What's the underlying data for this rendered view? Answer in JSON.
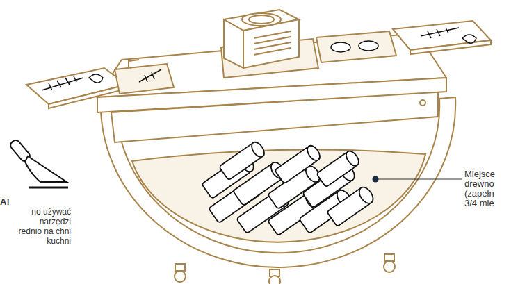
{
  "diagram": {
    "labels": [
      "A!",
      "no używać narzędzi rednio na chni kuchni",
      "Miejsce drewno (zapełn 3/4 mie"
    ]
  }
}
